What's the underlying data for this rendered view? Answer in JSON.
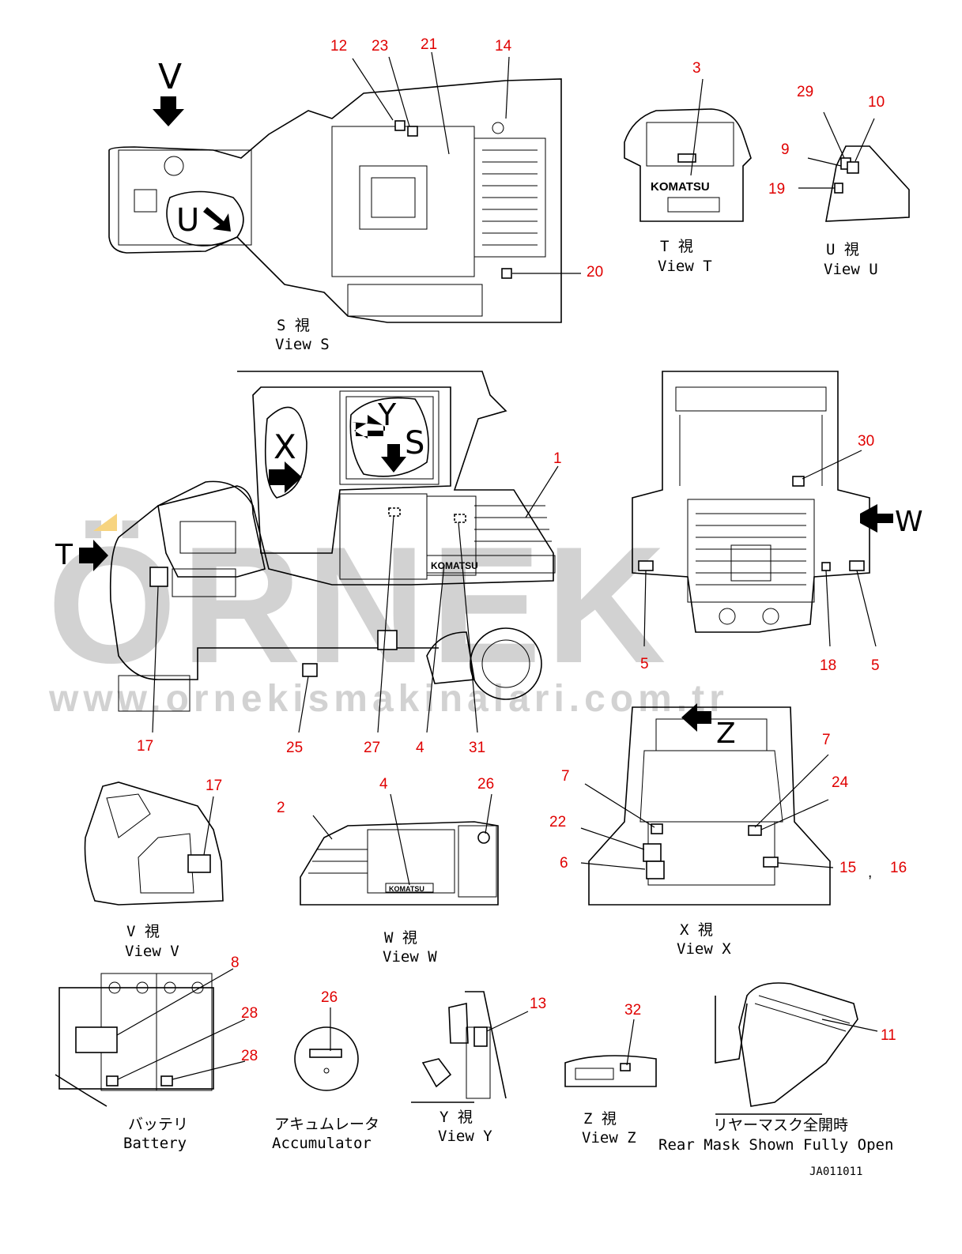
{
  "watermark": {
    "brand": "ÖRNEK",
    "url": "www.ornekismakinalari.com.tr"
  },
  "drawing_id": "JA011011",
  "views": {
    "S": {
      "jp": "S 視",
      "en": "View S",
      "marker": "S"
    },
    "T": {
      "jp": "T 視",
      "en": "View T",
      "marker": "T",
      "brand": "KOMATSU"
    },
    "U": {
      "jp": "U 視",
      "en": "View U",
      "marker": "U"
    },
    "V": {
      "jp": "V 視",
      "en": "View V",
      "marker": "V"
    },
    "W": {
      "jp": "W 視",
      "en": "View W",
      "marker": "W",
      "brand": "KOMATSU"
    },
    "X": {
      "jp": "X 視",
      "en": "View X",
      "marker": "X"
    },
    "Y": {
      "jp": "Y 視",
      "en": "View Y",
      "marker": "Y"
    },
    "Z": {
      "jp": "Z 視",
      "en": "View Z",
      "marker": "Z"
    },
    "battery": {
      "jp": "バッテリ",
      "en": "Battery"
    },
    "accumulator": {
      "jp": "アキュムレータ",
      "en": "Accumulator"
    },
    "rear_mask": {
      "jp": "リヤーマスク全開時",
      "en": "Rear Mask Shown Fully Open"
    }
  },
  "side_view": {
    "brand": "KOMATSU"
  },
  "callouts": {
    "c12": "12",
    "c23": "23",
    "c21": "21",
    "c14": "14",
    "c20": "20",
    "c3": "3",
    "c29": "29",
    "c10": "10",
    "c9": "9",
    "c19": "19",
    "c1": "1",
    "c30": "30",
    "c5a": "5",
    "c18": "18",
    "c5b": "5",
    "c17a": "17",
    "c25": "25",
    "c27": "27",
    "c4a": "4",
    "c31": "31",
    "c17b": "17",
    "c2": "2",
    "c4b": "4",
    "c26a": "26",
    "c7a": "7",
    "c7b": "7",
    "c24": "24",
    "c22": "22",
    "c6": "6",
    "c15": "15",
    "c16": "16",
    "comma": ",",
    "c8": "8",
    "c28a": "28",
    "c28b": "28",
    "c26b": "26",
    "c13": "13",
    "c32": "32",
    "c11": "11"
  }
}
